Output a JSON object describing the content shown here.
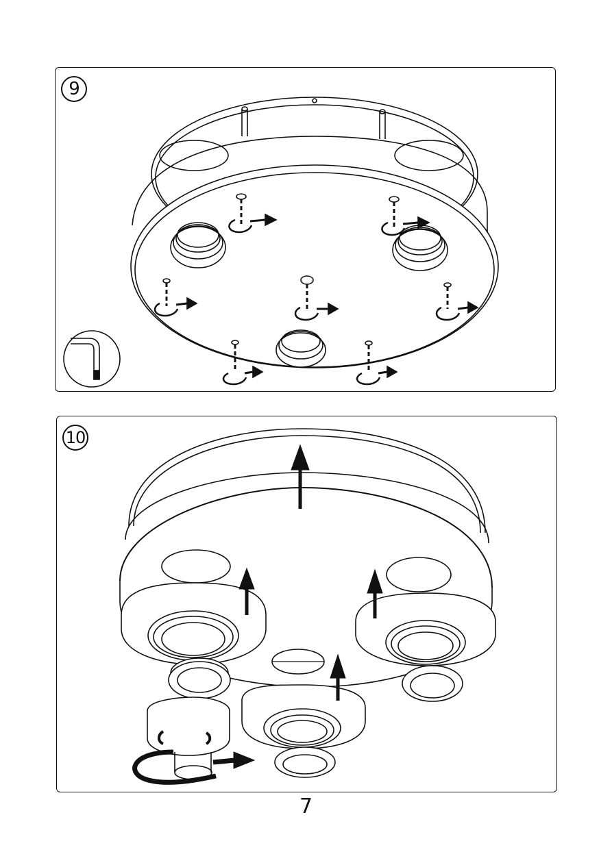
{
  "steps": [
    {
      "number": "9"
    },
    {
      "number": "10"
    }
  ],
  "page": {
    "number": "7"
  },
  "tool": {
    "icon": "allen-key-icon"
  },
  "colors": {
    "line": "#111111",
    "background": "#ffffff"
  }
}
